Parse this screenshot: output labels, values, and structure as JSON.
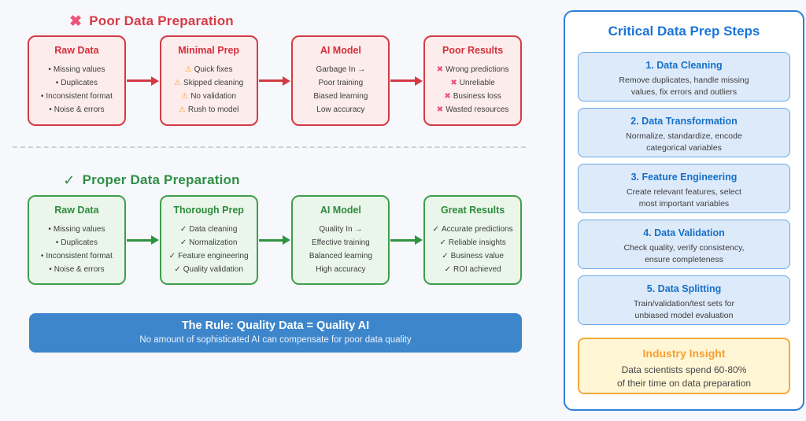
{
  "colors": {
    "background": "#f7f8fb",
    "poor_accent": "#d63b47",
    "poor_box_fill": "#fdecec",
    "poor_box_border": "#d23b44",
    "pink_x": "#ee4d7c",
    "warning_orange": "#f2a63a",
    "proper_accent": "#2f8f46",
    "proper_box_fill": "#ebf6eb",
    "proper_box_border": "#3f9e4d",
    "rule_bar_blue": "#3d86cc",
    "sidebar_border_blue": "#2e7fd8",
    "sidebar_title_blue": "#1b74d8",
    "step_card_fill": "#ddeafa",
    "step_card_border": "#66a7e6",
    "insight_fill": "#fff6d6",
    "insight_border": "#f2a93c",
    "insight_title_orange": "#f59f31"
  },
  "poor_flow": {
    "title": "Poor Data Preparation",
    "boxes": [
      {
        "title": "Raw Data",
        "items": [
          "Missing values",
          "Duplicates",
          "Inconsistent format",
          "Noise & errors"
        ]
      },
      {
        "title": "Minimal Prep",
        "items": [
          "Quick fixes",
          "Skipped cleaning",
          "No validation",
          "Rush to model"
        ]
      },
      {
        "title": "AI Model",
        "items": [
          "Garbage In →",
          "Poor training",
          "Biased learning",
          "Low accuracy"
        ]
      },
      {
        "title": "Poor Results",
        "items": [
          "Wrong predictions",
          "Unreliable",
          "Business loss",
          "Wasted resources"
        ]
      }
    ]
  },
  "proper_flow": {
    "title": "Proper Data Preparation",
    "boxes": [
      {
        "title": "Raw Data",
        "items": [
          "Missing values",
          "Duplicates",
          "Inconsistent format",
          "Noise & errors"
        ]
      },
      {
        "title": "Thorough Prep",
        "items": [
          "Data cleaning",
          "Normalization",
          "Feature engineering",
          "Quality validation"
        ]
      },
      {
        "title": "AI Model",
        "items": [
          "Quality In →",
          "Effective training",
          "Balanced learning",
          "High accuracy"
        ]
      },
      {
        "title": "Great Results",
        "items": [
          "Accurate predictions",
          "Reliable insights",
          "Business value",
          "ROI achieved"
        ]
      }
    ]
  },
  "rule": {
    "title": "The Rule: Quality Data = Quality AI",
    "subtitle": "No amount of sophisticated AI can compensate for poor data quality"
  },
  "sidebar": {
    "title": "Critical Data Prep Steps",
    "steps": [
      {
        "title": "1. Data Cleaning",
        "line1": "Remove duplicates, handle missing",
        "line2": "values, fix errors and outliers"
      },
      {
        "title": "2. Data Transformation",
        "line1": "Normalize, standardize, encode",
        "line2": "categorical variables"
      },
      {
        "title": "3. Feature Engineering",
        "line1": "Create relevant features, select",
        "line2": "most important variables"
      },
      {
        "title": "4. Data Validation",
        "line1": "Check quality, verify consistency,",
        "line2": "ensure completeness"
      },
      {
        "title": "5. Data Splitting",
        "line1": "Train/validation/test sets for",
        "line2": "unbiased model evaluation"
      }
    ],
    "insight": {
      "title": "Industry Insight",
      "line1": "Data scientists spend 60-80%",
      "line2": "of their time on data preparation"
    }
  }
}
